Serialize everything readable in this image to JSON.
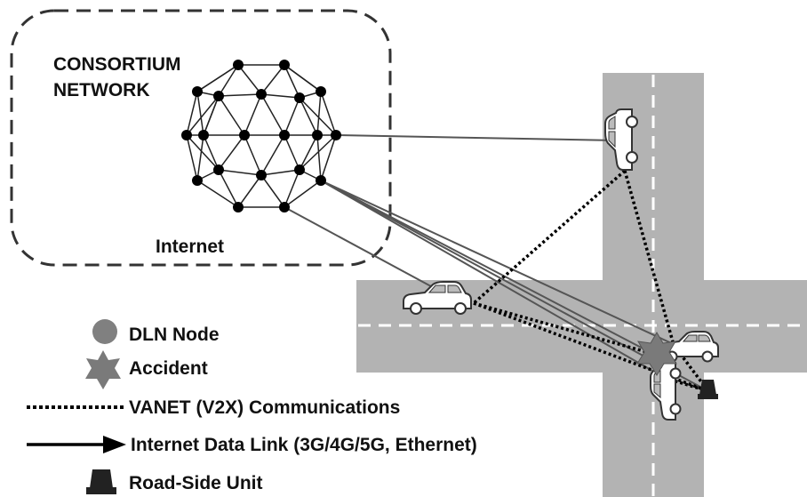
{
  "network": {
    "title_line1": "CONSORTIUM",
    "title_line2": "NETWORK",
    "internet_label": "Internet"
  },
  "legend": {
    "dln_node": "DLN Node",
    "accident": "Accident",
    "vanet": "VANET (V2X) Communications",
    "internet_link": "Internet Data Link (3G/4G/5G, Ethernet)",
    "rsu": "Road-Side Unit"
  },
  "colors": {
    "road": "#b3b3b3",
    "node": "#000000",
    "legend_icon": "#808080",
    "accident": "#7a7a7a",
    "link": "#555555"
  }
}
